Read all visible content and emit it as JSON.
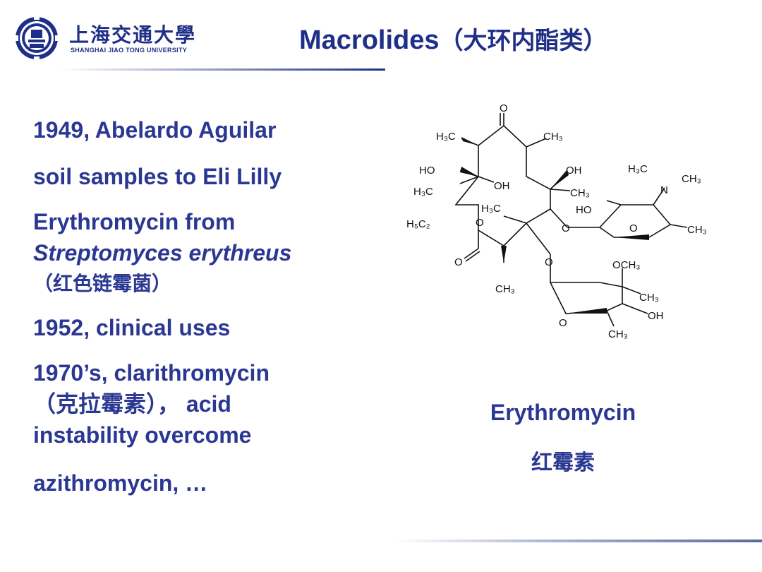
{
  "header": {
    "university_cn": "上海交通大學",
    "university_en": "SHANGHAI JIAO TONG UNIVERSITY",
    "title_en": "Macrolides",
    "title_cn": "（大环内酯类）"
  },
  "bullets": [
    "1949, Abelardo Aguilar",
    "soil samples to Eli Lilly",
    "Erythromycin from",
    "Streptomyces erythreus",
    "（红色链霉菌）",
    "1952, clinical uses",
    "1970’s, clarithromycin",
    "（克拉霉素），  acid",
    "instability overcome",
    "azithromycin, …"
  ],
  "structure_labels": {
    "o_top": "O",
    "h3c_tl": "H₃C",
    "ch3_tr": "CH₃",
    "ho_left": "HO",
    "oh_mid": "OH",
    "h3c_left": "H₃C",
    "oh_right": "OH",
    "ch3_right": "CH₃",
    "h5c2": "H₅C₂",
    "o_ring_left": "O",
    "h3c_mid": "H₃C",
    "o_link_right": "O",
    "o_carbonyl": "O",
    "ch3_bottom": "CH₃",
    "o_link_bottom": "O",
    "h3c_n": "H₃C",
    "n": "N",
    "ch3_n": "CH₃",
    "ho_sugar": "HO",
    "o_sugar1": "O",
    "ch3_sugar1": "CH₃",
    "och3": "OCH₃",
    "ch3_sugar2": "CH₃",
    "oh_sugar2": "OH",
    "o_sugar2": "O",
    "ch3_sugar2b": "CH₃"
  },
  "caption": {
    "name_en": "Erythromycin",
    "name_cn": "红霉素"
  }
}
